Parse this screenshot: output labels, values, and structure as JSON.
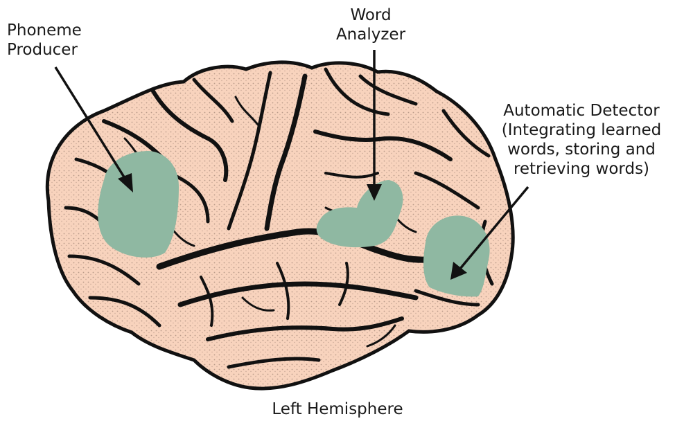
{
  "labels": {
    "phoneme_producer": [
      "Phoneme",
      "Producer"
    ],
    "word_analyzer": [
      "Word",
      "Analyzer"
    ],
    "automatic_detector": [
      "Automatic Detector",
      "(Integrating learned",
      "words, storing and",
      "retrieving words)"
    ]
  },
  "caption": "Left Hemisphere",
  "colors": {
    "brain_fill": "#f8d3bd",
    "region_fill": "#8fb8a2",
    "outline": "#111111",
    "text": "#1a1a1a"
  }
}
